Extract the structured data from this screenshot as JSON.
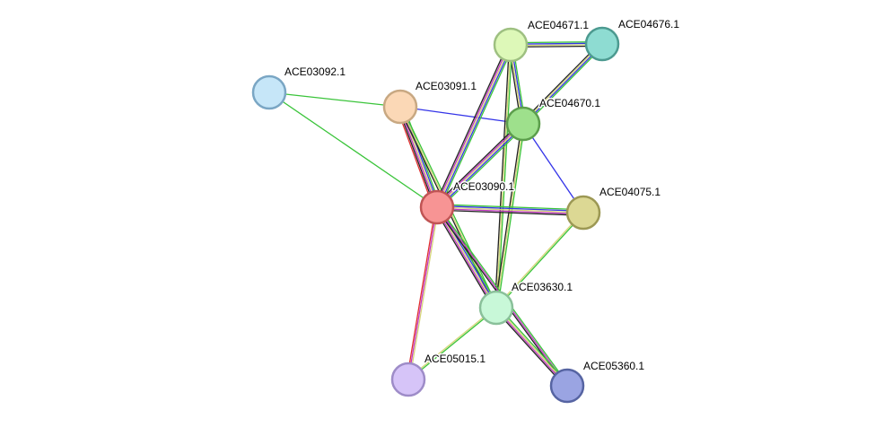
{
  "network": {
    "colors": {
      "background": "#ffffff",
      "label": "#000000"
    },
    "evidence_colors": {
      "green": "#3ac43a",
      "blue": "#3535e8",
      "yellow": "#d6d67a",
      "purple": "#c23ac2",
      "black": "#222222",
      "red": "#e03030"
    },
    "nodes": [
      {
        "id": "ACE03092.1",
        "label": "ACE03092.1",
        "fill": "#c6e6f8",
        "stroke": "#7aa6c4"
      },
      {
        "id": "ACE03091.1",
        "label": "ACE03091.1",
        "fill": "#fbd8b6",
        "stroke": "#c8a882"
      },
      {
        "id": "ACE04671.1",
        "label": "ACE04671.1",
        "fill": "#ddf8b8",
        "stroke": "#9ec081"
      },
      {
        "id": "ACE04676.1",
        "label": "ACE04676.1",
        "fill": "#8edcd2",
        "stroke": "#4c9a90"
      },
      {
        "id": "ACE04670.1",
        "label": "ACE04670.1",
        "fill": "#9ee08c",
        "stroke": "#5c9e4c"
      },
      {
        "id": "ACE03090.1",
        "label": "ACE03090.1",
        "fill": "#f79494",
        "stroke": "#c05454"
      },
      {
        "id": "ACE04075.1",
        "label": "ACE04075.1",
        "fill": "#dcd894",
        "stroke": "#9c9854"
      },
      {
        "id": "ACE03630.1",
        "label": "ACE03630.1",
        "fill": "#c8f8d8",
        "stroke": "#8ac09a"
      },
      {
        "id": "ACE05015.1",
        "label": "ACE05015.1",
        "fill": "#d6c4f8",
        "stroke": "#9e8cc8"
      },
      {
        "id": "ACE05360.1",
        "label": "ACE05360.1",
        "fill": "#9aa4e2",
        "stroke": "#5664a2"
      }
    ],
    "edges": [
      {
        "source": "ACE03092.1",
        "target": "ACE03091.1",
        "evidence": [
          "green"
        ]
      },
      {
        "source": "ACE03092.1",
        "target": "ACE03090.1",
        "evidence": [
          "green"
        ]
      },
      {
        "source": "ACE03091.1",
        "target": "ACE04670.1",
        "evidence": [
          "blue"
        ]
      },
      {
        "source": "ACE03091.1",
        "target": "ACE03090.1",
        "evidence": [
          "green",
          "blue",
          "yellow",
          "purple",
          "black",
          "red"
        ]
      },
      {
        "source": "ACE03091.1",
        "target": "ACE03630.1",
        "evidence": [
          "green",
          "yellow",
          "black"
        ]
      },
      {
        "source": "ACE04671.1",
        "target": "ACE04676.1",
        "evidence": [
          "green",
          "blue",
          "yellow",
          "black"
        ]
      },
      {
        "source": "ACE04671.1",
        "target": "ACE04670.1",
        "evidence": [
          "green",
          "blue",
          "yellow",
          "black"
        ]
      },
      {
        "source": "ACE04671.1",
        "target": "ACE03090.1",
        "evidence": [
          "green",
          "blue",
          "yellow",
          "purple",
          "black"
        ]
      },
      {
        "source": "ACE04671.1",
        "target": "ACE03630.1",
        "evidence": [
          "green",
          "yellow",
          "black"
        ]
      },
      {
        "source": "ACE04676.1",
        "target": "ACE04670.1",
        "evidence": [
          "green",
          "blue",
          "yellow",
          "black"
        ]
      },
      {
        "source": "ACE04670.1",
        "target": "ACE03090.1",
        "evidence": [
          "green",
          "blue",
          "yellow",
          "purple",
          "black"
        ]
      },
      {
        "source": "ACE04670.1",
        "target": "ACE04075.1",
        "evidence": [
          "blue"
        ]
      },
      {
        "source": "ACE04670.1",
        "target": "ACE03630.1",
        "evidence": [
          "green",
          "yellow",
          "black"
        ]
      },
      {
        "source": "ACE03090.1",
        "target": "ACE04075.1",
        "evidence": [
          "green",
          "blue",
          "yellow",
          "purple",
          "black"
        ]
      },
      {
        "source": "ACE03090.1",
        "target": "ACE03630.1",
        "evidence": [
          "green",
          "blue",
          "yellow",
          "purple",
          "black"
        ]
      },
      {
        "source": "ACE03090.1",
        "target": "ACE05015.1",
        "evidence": [
          "yellow",
          "purple",
          "red"
        ]
      },
      {
        "source": "ACE03090.1",
        "target": "ACE05360.1",
        "evidence": [
          "green",
          "purple",
          "black"
        ]
      },
      {
        "source": "ACE04075.1",
        "target": "ACE03630.1",
        "evidence": [
          "green",
          "yellow"
        ]
      },
      {
        "source": "ACE03630.1",
        "target": "ACE05015.1",
        "evidence": [
          "green",
          "yellow"
        ]
      },
      {
        "source": "ACE03630.1",
        "target": "ACE05360.1",
        "evidence": [
          "green",
          "yellow",
          "purple",
          "black"
        ]
      }
    ]
  }
}
